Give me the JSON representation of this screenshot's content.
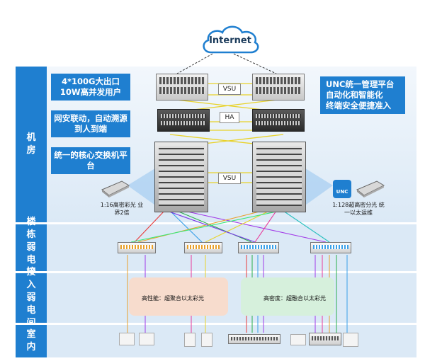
{
  "internet": {
    "label": "Internet"
  },
  "zones": {
    "machine_room": "机房",
    "building_closet": "楼栋弱电间",
    "access_closet": "接入弱电间",
    "indoor": "室内"
  },
  "features": {
    "box1": "4*100G大出口 10W高并发用户",
    "box2": "网安联动，自动溯源到人到端",
    "box3": "统一的核心交换机平台"
  },
  "unc": {
    "line1": "UNC统一管理平台",
    "line2": "自动化和智能化",
    "line3": "终端安全便捷准入",
    "logo": "UNC"
  },
  "links": {
    "vsu_top": "VSU",
    "ha": "HA",
    "vsu_core": "VSU"
  },
  "optics": {
    "left": "1:16高密彩光 业界2倍",
    "right": "1:128超高密分光 统一以太运维"
  },
  "bands": {
    "left": "高性能：超聚合以太彩光",
    "right": "高密度：超融合以太彩光"
  },
  "colors": {
    "brand": "#1f7fd0",
    "band_left": "#f7dccd",
    "band_right": "#d6f0dc"
  }
}
